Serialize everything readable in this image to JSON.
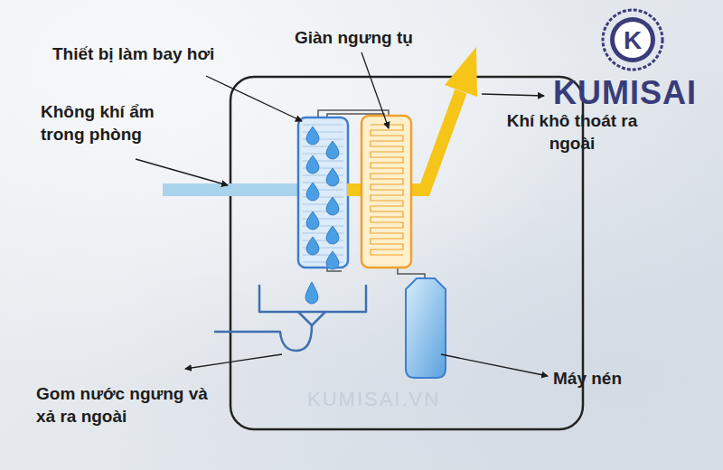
{
  "diagram": {
    "labels": [
      "Thiết bị làm bay hơi",
      "Giàn ngưng tụ",
      "Không khí ẩm trong phòng",
      "Khí khô thoát ra ngoài",
      "Máy nén",
      "Gom nước ngưng và xả ra ngoài",
      "K",
      "KUMISAI",
      "KUMISAI.VN"
    ]
  }
}
